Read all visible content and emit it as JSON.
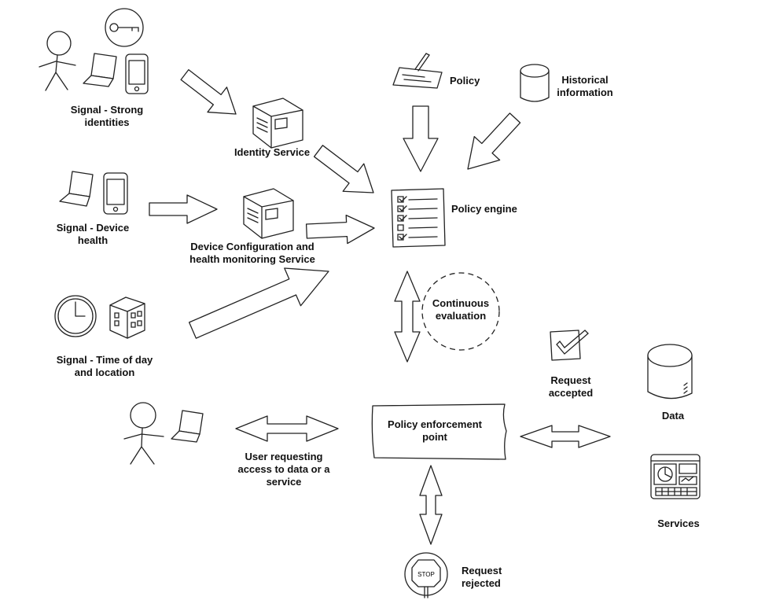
{
  "labels": {
    "signal_identities": [
      "Signal - Strong",
      "identities"
    ],
    "identity_service": "Identity Service",
    "policy": "Policy",
    "historical": [
      "Historical",
      "information"
    ],
    "policy_engine": "Policy engine",
    "signal_device": [
      "Signal - Device",
      "health"
    ],
    "device_service": [
      "Device Configuration and",
      "health monitoring Service"
    ],
    "continuous": [
      "Continuous",
      "evaluation"
    ],
    "signal_time": [
      "Signal - Time of day",
      "and location"
    ],
    "request_accepted": [
      "Request",
      "accepted"
    ],
    "data": "Data",
    "pep": [
      "Policy enforcement",
      "point"
    ],
    "user_request": [
      "User requesting",
      "access to data or a",
      "service"
    ],
    "services": "Services",
    "request_rejected": [
      "Request",
      "rejected"
    ],
    "stop_sign": "STOP"
  },
  "icons": [
    "person-icon",
    "laptop-icon",
    "phone-icon",
    "key-icon",
    "server-box-icon",
    "policy-document-icon",
    "database-icon",
    "checklist-icon",
    "clock-icon",
    "building-icon",
    "checkbox-icon",
    "stop-sign-icon",
    "dashboard-icon"
  ]
}
